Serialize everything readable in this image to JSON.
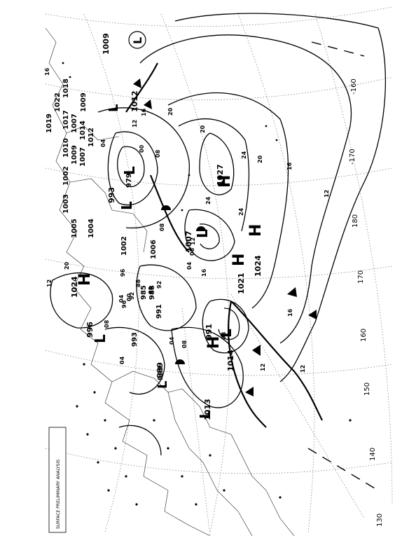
{
  "map": {
    "chart_header": "SURFACE PRELIMINARY ANALYSIS",
    "isobar_labels": [
      "20",
      "24",
      "24",
      "20",
      "16",
      "12",
      "16",
      "12",
      "20",
      "16",
      "12",
      "08",
      "04",
      "00",
      "96",
      "92",
      "88",
      "08",
      "04",
      "00",
      "96",
      "92",
      "88",
      "04",
      "08",
      "12",
      "16",
      "24",
      "20",
      "12",
      "16",
      "08",
      "04",
      "08",
      "12",
      "04",
      "08"
    ],
    "longitude_labels": [
      "-160",
      "-170",
      "180",
      "170",
      "160",
      "150",
      "140",
      "130"
    ],
    "pressure_centers": [
      {
        "type": "H",
        "value": "1027"
      },
      {
        "type": "H",
        "value": "1024"
      },
      {
        "type": "H",
        "value": "1024"
      },
      {
        "type": "H",
        "value": "1021"
      },
      {
        "type": "H",
        "value": "1014"
      },
      {
        "type": "L",
        "value": "1007"
      },
      {
        "type": "L",
        "value": "991"
      },
      {
        "type": "L",
        "value": "993"
      },
      {
        "type": "L",
        "value": "979"
      },
      {
        "type": "L",
        "value": "1013"
      },
      {
        "type": "L",
        "value": "996"
      },
      {
        "type": "L",
        "value": "1009"
      },
      {
        "type": "L",
        "value": "1012"
      },
      {
        "type": "L",
        "value": "999"
      }
    ],
    "stacked_values": [
      "1009",
      "1022",
      "1017",
      "1007",
      "1018",
      "1019",
      "1012",
      "1010",
      "1009",
      "1007",
      "1014",
      "1002",
      "1003",
      "1005",
      "1004",
      "1002",
      "1006",
      "985",
      "988",
      "991",
      "993",
      "999"
    ]
  }
}
